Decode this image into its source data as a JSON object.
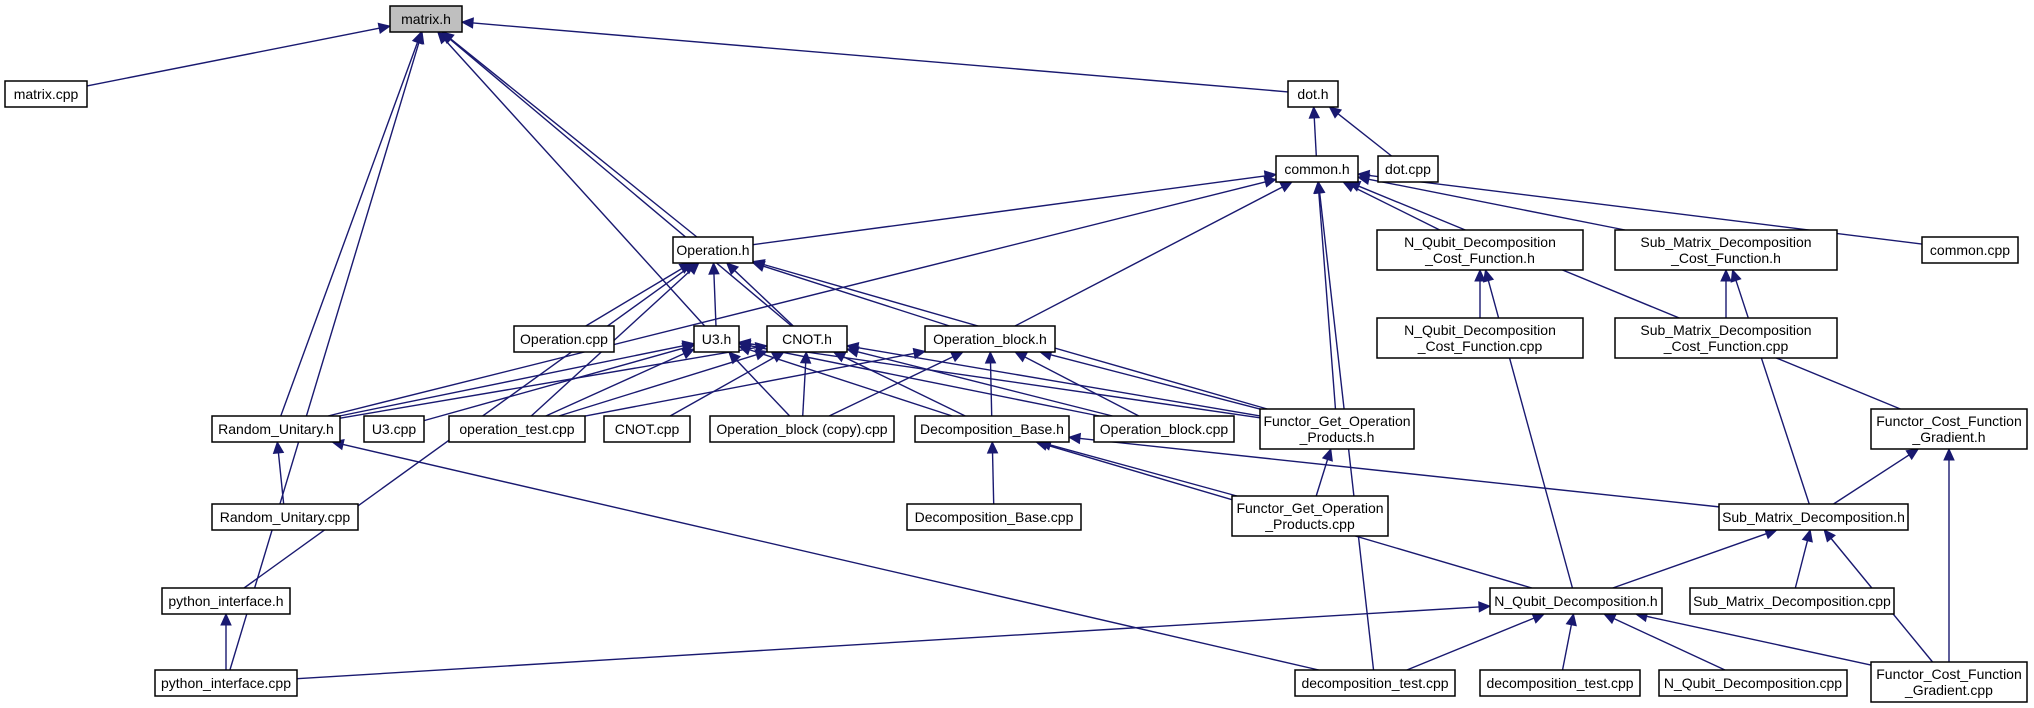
{
  "graph": {
    "root": "matrix.h",
    "colors": {
      "edge": "#191970",
      "root_fill": "#bfbfbf",
      "node_fill": "#ffffff",
      "border": "#000000"
    },
    "nodes": [
      {
        "id": "matrix_h",
        "lines": [
          "matrix.h"
        ],
        "root": true
      },
      {
        "id": "matrix_cpp",
        "lines": [
          "matrix.cpp"
        ]
      },
      {
        "id": "dot_h",
        "lines": [
          "dot.h"
        ]
      },
      {
        "id": "dot_cpp",
        "lines": [
          "dot.cpp"
        ]
      },
      {
        "id": "common_h",
        "lines": [
          "common.h"
        ]
      },
      {
        "id": "operation_h",
        "lines": [
          "Operation.h"
        ]
      },
      {
        "id": "nqdcf_h",
        "lines": [
          "N_Qubit_Decomposition",
          "_Cost_Function.h"
        ]
      },
      {
        "id": "smdcf_h",
        "lines": [
          "Sub_Matrix_Decomposition",
          "_Cost_Function.h"
        ]
      },
      {
        "id": "common_cpp",
        "lines": [
          "common.cpp"
        ]
      },
      {
        "id": "operation_cpp",
        "lines": [
          "Operation.cpp"
        ]
      },
      {
        "id": "u3_h",
        "lines": [
          "U3.h"
        ]
      },
      {
        "id": "cnot_h",
        "lines": [
          "CNOT.h"
        ]
      },
      {
        "id": "opblock_h",
        "lines": [
          "Operation_block.h"
        ]
      },
      {
        "id": "nqdcf_cpp",
        "lines": [
          "N_Qubit_Decomposition",
          "_Cost_Function.cpp"
        ]
      },
      {
        "id": "smdcf_cpp",
        "lines": [
          "Sub_Matrix_Decomposition",
          "_Cost_Function.cpp"
        ]
      },
      {
        "id": "random_h",
        "lines": [
          "Random_Unitary.h"
        ]
      },
      {
        "id": "u3_cpp",
        "lines": [
          "U3.cpp"
        ]
      },
      {
        "id": "optest_cpp",
        "lines": [
          "operation_test.cpp"
        ]
      },
      {
        "id": "cnot_cpp",
        "lines": [
          "CNOT.cpp"
        ]
      },
      {
        "id": "opblock_copy_cpp",
        "lines": [
          "Operation_block (copy).cpp"
        ]
      },
      {
        "id": "decbase_h",
        "lines": [
          "Decomposition_Base.h"
        ]
      },
      {
        "id": "opblock_cpp",
        "lines": [
          "Operation_block.cpp"
        ]
      },
      {
        "id": "fgop_h",
        "lines": [
          "Functor_Get_Operation",
          "_Products.h"
        ]
      },
      {
        "id": "fcfg_h",
        "lines": [
          "Functor_Cost_Function",
          "_Gradient.h"
        ]
      },
      {
        "id": "random_cpp",
        "lines": [
          "Random_Unitary.cpp"
        ]
      },
      {
        "id": "decbase_cpp",
        "lines": [
          "Decomposition_Base.cpp"
        ]
      },
      {
        "id": "fgop_cpp",
        "lines": [
          "Functor_Get_Operation",
          "_Products.cpp"
        ]
      },
      {
        "id": "smd_h",
        "lines": [
          "Sub_Matrix_Decomposition.h"
        ]
      },
      {
        "id": "pyif_h",
        "lines": [
          "python_interface.h"
        ]
      },
      {
        "id": "nqd_h",
        "lines": [
          "N_Qubit_Decomposition.h"
        ]
      },
      {
        "id": "smd_cpp",
        "lines": [
          "Sub_Matrix_Decomposition.cpp"
        ]
      },
      {
        "id": "pyif_cpp",
        "lines": [
          "python_interface.cpp"
        ]
      },
      {
        "id": "dectest_cpp",
        "lines": [
          "decomposition_test.cpp"
        ]
      },
      {
        "id": "dectest2_cpp",
        "lines": [
          "decomposition_test.cpp"
        ]
      },
      {
        "id": "nqd_cpp",
        "lines": [
          "N_Qubit_Decomposition.cpp"
        ]
      },
      {
        "id": "fcfg_cpp",
        "lines": [
          "Functor_Cost_Function",
          "_Gradient.cpp"
        ]
      }
    ],
    "edges": [
      [
        "matrix_cpp",
        "matrix_h"
      ],
      [
        "dot_h",
        "matrix_h"
      ],
      [
        "operation_h",
        "matrix_h"
      ],
      [
        "u3_h",
        "matrix_h"
      ],
      [
        "cnot_h",
        "matrix_h"
      ],
      [
        "random_h",
        "matrix_h"
      ],
      [
        "pyif_cpp",
        "matrix_h"
      ],
      [
        "common_h",
        "dot_h"
      ],
      [
        "dot_cpp",
        "dot_h"
      ],
      [
        "operation_h",
        "common_h"
      ],
      [
        "random_h",
        "common_h"
      ],
      [
        "opblock_h",
        "common_h"
      ],
      [
        "nqdcf_h",
        "common_h"
      ],
      [
        "smdcf_h",
        "common_h"
      ],
      [
        "common_cpp",
        "common_h"
      ],
      [
        "fcfg_h",
        "common_h"
      ],
      [
        "fgop_h",
        "common_h"
      ],
      [
        "dectest_cpp",
        "common_h"
      ],
      [
        "operation_cpp",
        "operation_h"
      ],
      [
        "u3_h",
        "operation_h"
      ],
      [
        "cnot_h",
        "operation_h"
      ],
      [
        "opblock_h",
        "operation_h"
      ],
      [
        "optest_cpp",
        "operation_h"
      ],
      [
        "fgop_h",
        "operation_h"
      ],
      [
        "pyif_h",
        "operation_h"
      ],
      [
        "nqdcf_cpp",
        "nqdcf_h"
      ],
      [
        "nqd_h",
        "nqdcf_h"
      ],
      [
        "smdcf_cpp",
        "smdcf_h"
      ],
      [
        "smd_h",
        "smdcf_h"
      ],
      [
        "random_h",
        "u3_h"
      ],
      [
        "u3_cpp",
        "u3_h"
      ],
      [
        "optest_cpp",
        "u3_h"
      ],
      [
        "opblock_copy_cpp",
        "u3_h"
      ],
      [
        "decbase_h",
        "u3_h"
      ],
      [
        "opblock_cpp",
        "u3_h"
      ],
      [
        "fgop_h",
        "u3_h"
      ],
      [
        "random_h",
        "cnot_h"
      ],
      [
        "optest_cpp",
        "cnot_h"
      ],
      [
        "cnot_cpp",
        "cnot_h"
      ],
      [
        "opblock_copy_cpp",
        "cnot_h"
      ],
      [
        "decbase_h",
        "cnot_h"
      ],
      [
        "opblock_cpp",
        "cnot_h"
      ],
      [
        "fgop_h",
        "cnot_h"
      ],
      [
        "optest_cpp",
        "opblock_h"
      ],
      [
        "opblock_copy_cpp",
        "opblock_h"
      ],
      [
        "decbase_h",
        "opblock_h"
      ],
      [
        "opblock_cpp",
        "opblock_h"
      ],
      [
        "fgop_h",
        "opblock_h"
      ],
      [
        "random_cpp",
        "random_h"
      ],
      [
        "dectest_cpp",
        "random_h"
      ],
      [
        "decbase_cpp",
        "decbase_h"
      ],
      [
        "fgop_cpp",
        "decbase_h"
      ],
      [
        "smd_h",
        "decbase_h"
      ],
      [
        "nqd_h",
        "decbase_h"
      ],
      [
        "fgop_cpp",
        "fgop_h"
      ],
      [
        "smd_h",
        "fcfg_h"
      ],
      [
        "fcfg_cpp",
        "fcfg_h"
      ],
      [
        "nqd_h",
        "smd_h"
      ],
      [
        "smd_cpp",
        "smd_h"
      ],
      [
        "fcfg_cpp",
        "smd_h"
      ],
      [
        "pyif_cpp",
        "pyif_h"
      ],
      [
        "pyif_cpp",
        "nqd_h"
      ],
      [
        "dectest_cpp",
        "nqd_h"
      ],
      [
        "dectest2_cpp",
        "nqd_h"
      ],
      [
        "nqd_cpp",
        "nqd_h"
      ],
      [
        "fcfg_cpp",
        "nqd_h"
      ]
    ]
  }
}
